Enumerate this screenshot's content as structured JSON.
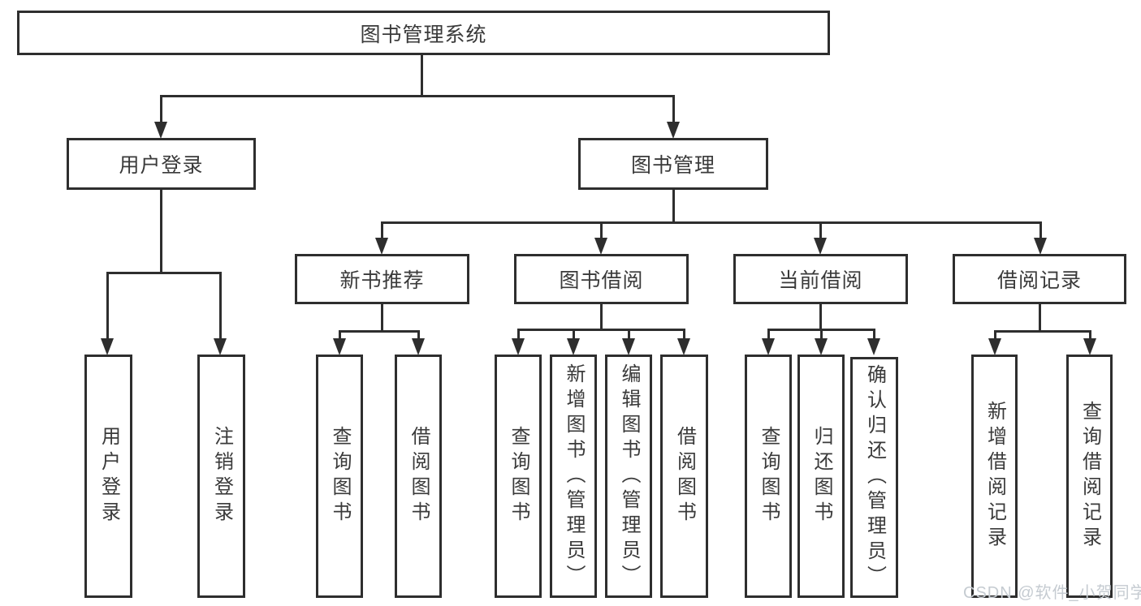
{
  "tree": {
    "root": {
      "label": "图书管理系统"
    },
    "level2": [
      {
        "label": "用户登录",
        "children": [
          {
            "label": "用户登录"
          },
          {
            "label": "注销登录"
          }
        ]
      },
      {
        "label": "图书管理",
        "children": [
          {
            "label": "新书推荐",
            "children": [
              {
                "label": "查询图书"
              },
              {
                "label": "借阅图书"
              }
            ]
          },
          {
            "label": "图书借阅",
            "children": [
              {
                "label": "查询图书"
              },
              {
                "label": "新增图书（管理员）"
              },
              {
                "label": "编辑图书（管理员）"
              },
              {
                "label": "借阅图书"
              }
            ]
          },
          {
            "label": "当前借阅",
            "children": [
              {
                "label": "查询图书"
              },
              {
                "label": "归还图书"
              },
              {
                "label": "确认归还（管理员）"
              }
            ]
          },
          {
            "label": "借阅记录",
            "children": [
              {
                "label": "新增借阅记录"
              },
              {
                "label": "查询借阅记录"
              }
            ]
          }
        ]
      }
    ]
  },
  "watermark": {
    "text": "CSDN @软件_小贺同学",
    "color": "#c5cbd1"
  },
  "colors": {
    "background": "#ffffff",
    "line": "#2e2e2e",
    "box_border": "#2e2e2e",
    "text": "#3a3a3a"
  }
}
